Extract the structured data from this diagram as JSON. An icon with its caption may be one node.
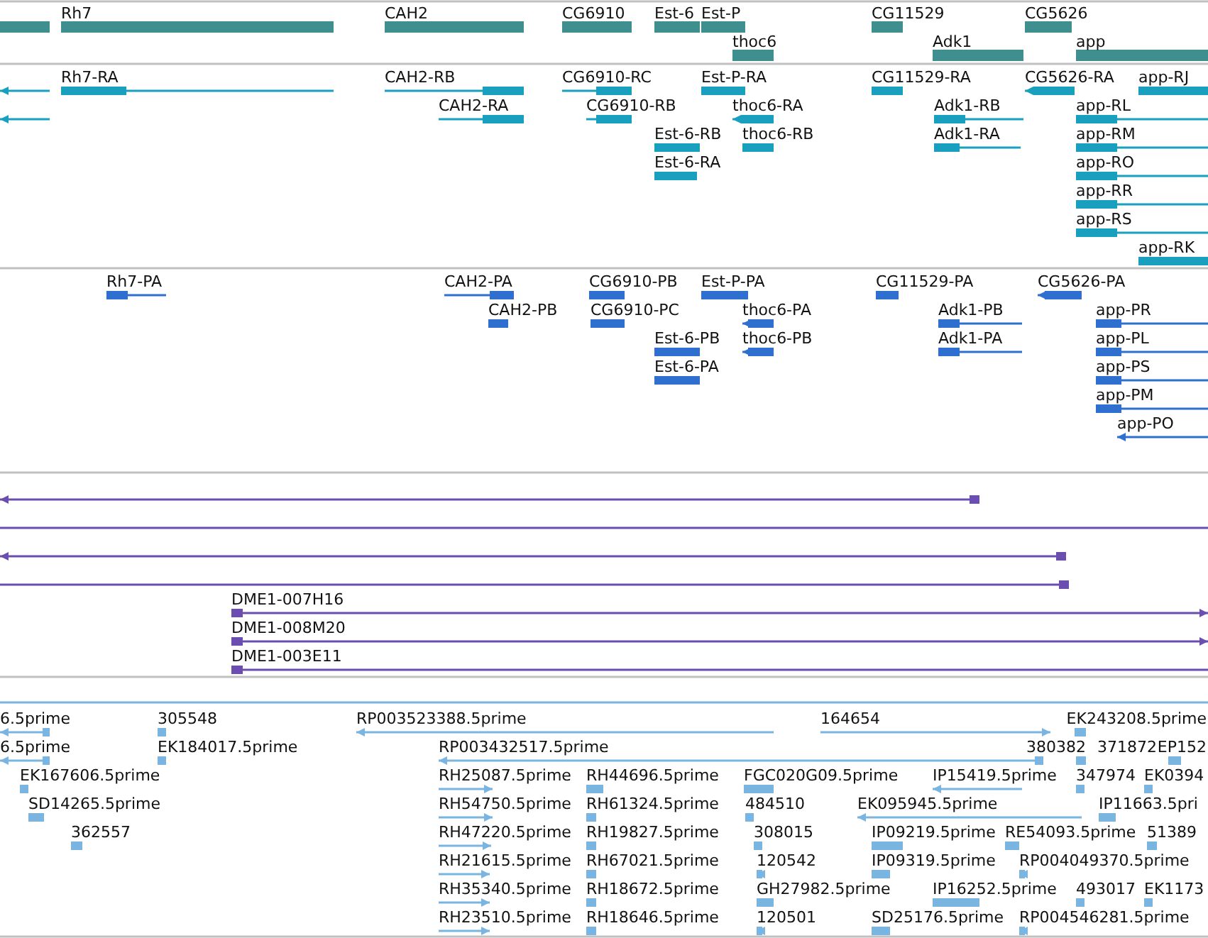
{
  "diagram": {
    "labels": [
      "Rh7",
      "CAH2",
      "CG6910",
      "Est-6",
      "Est-P",
      "CG11529",
      "CG5626",
      "thoc6",
      "Adk1",
      "app",
      "Rh7-RA",
      "CAH2-RB",
      "CG6910-RC",
      "Est-P-RA",
      "CG11529-RA",
      "CG5626-RA",
      "app-RJ",
      "CAH2-RA",
      "CG6910-RB",
      "thoc6-RA",
      "Adk1-RB",
      "app-RL",
      "Est-6-RB",
      "thoc6-RB",
      "Adk1-RA",
      "app-RM",
      "Est-6-RA",
      "app-RO",
      "app-RR",
      "app-RS",
      "app-RK",
      "Rh7-PA",
      "CAH2-PA",
      "CG6910-PB",
      "Est-P-PA",
      "CG11529-PA",
      "CG5626-PA",
      "CAH2-PB",
      "CG6910-PC",
      "thoc6-PA",
      "Adk1-PB",
      "app-PR",
      "Est-6-PB",
      "thoc6-PB",
      "Adk1-PA",
      "app-PL",
      "Est-6-PA",
      "app-PS",
      "app-PM",
      "app-PO",
      "DME1-007H16",
      "DME1-008M20",
      "DME1-003E11",
      "6.5prime",
      "305548",
      "RP003523388.5prime",
      "164654",
      "EK243208.5prime",
      "6.5prime",
      "EK184017.5prime",
      "RP003432517.5prime",
      "380382",
      "371872",
      "EP152",
      "EK167606.5prime",
      "RH25087.5prime",
      "RH44696.5prime",
      "FGC020G09.5prime",
      "IP15419.5prime",
      "347974",
      "EK0394",
      "SD14265.5prime",
      "RH54750.5prime",
      "RH61324.5prime",
      "484510",
      "EK095945.5prime",
      "IP11663.5pri",
      "362557",
      "RH47220.5prime",
      "RH19827.5prime",
      "308015",
      "IP09219.5prime",
      "RE54093.5prime",
      "51389",
      "RH21615.5prime",
      "RH67021.5prime",
      "120542",
      "IP09319.5prime",
      "RP004049370.5prime",
      "RH35340.5prime",
      "RH18672.5prime",
      "GH27982.5prime",
      "IP16252.5prime",
      "493017",
      "EK1173",
      "RH23510.5prime",
      "RH18646.5prime",
      "120501",
      "SD25176.5prime",
      "RP004546281.5prime"
    ]
  }
}
